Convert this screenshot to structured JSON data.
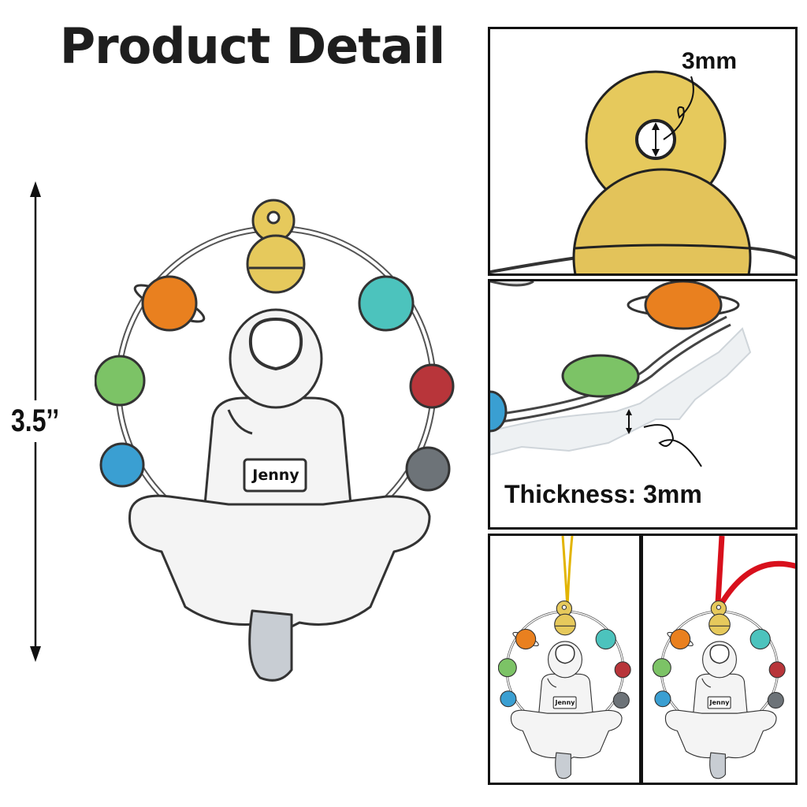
{
  "header": {
    "title": "Product Detail"
  },
  "dimension": {
    "height_label": "3.5’’"
  },
  "product": {
    "name_text": "Jenny"
  },
  "details": {
    "hole_label": "3mm",
    "thickness_label": "Thickness: 3mm"
  },
  "variants": [
    {
      "hanger": "gold-string",
      "name_text": "Jenny"
    },
    {
      "hanger": "red-ribbon",
      "name_text": "Jenny"
    }
  ],
  "colors": {
    "yellow": "#e6c95c",
    "orange": "#e9801f",
    "teal": "#4cc3bd",
    "green": "#7cc366",
    "red": "#b8353a",
    "blue": "#3a9fd2",
    "gray": "#6d7378",
    "gold_string": "#e2b400",
    "red_ribbon": "#d8101c"
  }
}
